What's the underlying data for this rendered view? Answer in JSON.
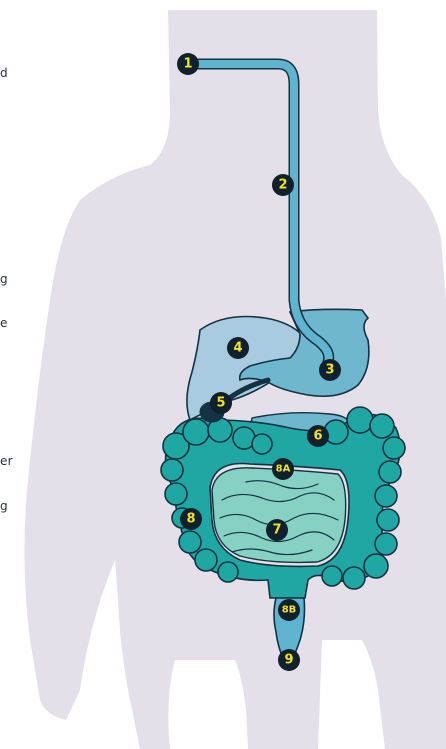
{
  "colors": {
    "body_silhouette": "#e5dfea",
    "esophagus": "#5fb4cf",
    "esophagus_outline": "#143241",
    "liver": "#a8cbe0",
    "stomach": "#6fb6cf",
    "gallbladder": "#143241",
    "small_intestine": "#86d1c4",
    "large_intestine": "#1fa8a3",
    "rectum": "#5fb4cf",
    "outline": "#143241",
    "badge_fill": "#10202c",
    "badge_text": "#f2e41a",
    "side_text": "#2a3140"
  },
  "side_fragments": [
    "d",
    "g",
    "e",
    "er",
    "g"
  ],
  "markers": [
    "1",
    "2",
    "3",
    "4",
    "5",
    "6",
    "7",
    "8",
    "8A",
    "8B",
    "9"
  ]
}
